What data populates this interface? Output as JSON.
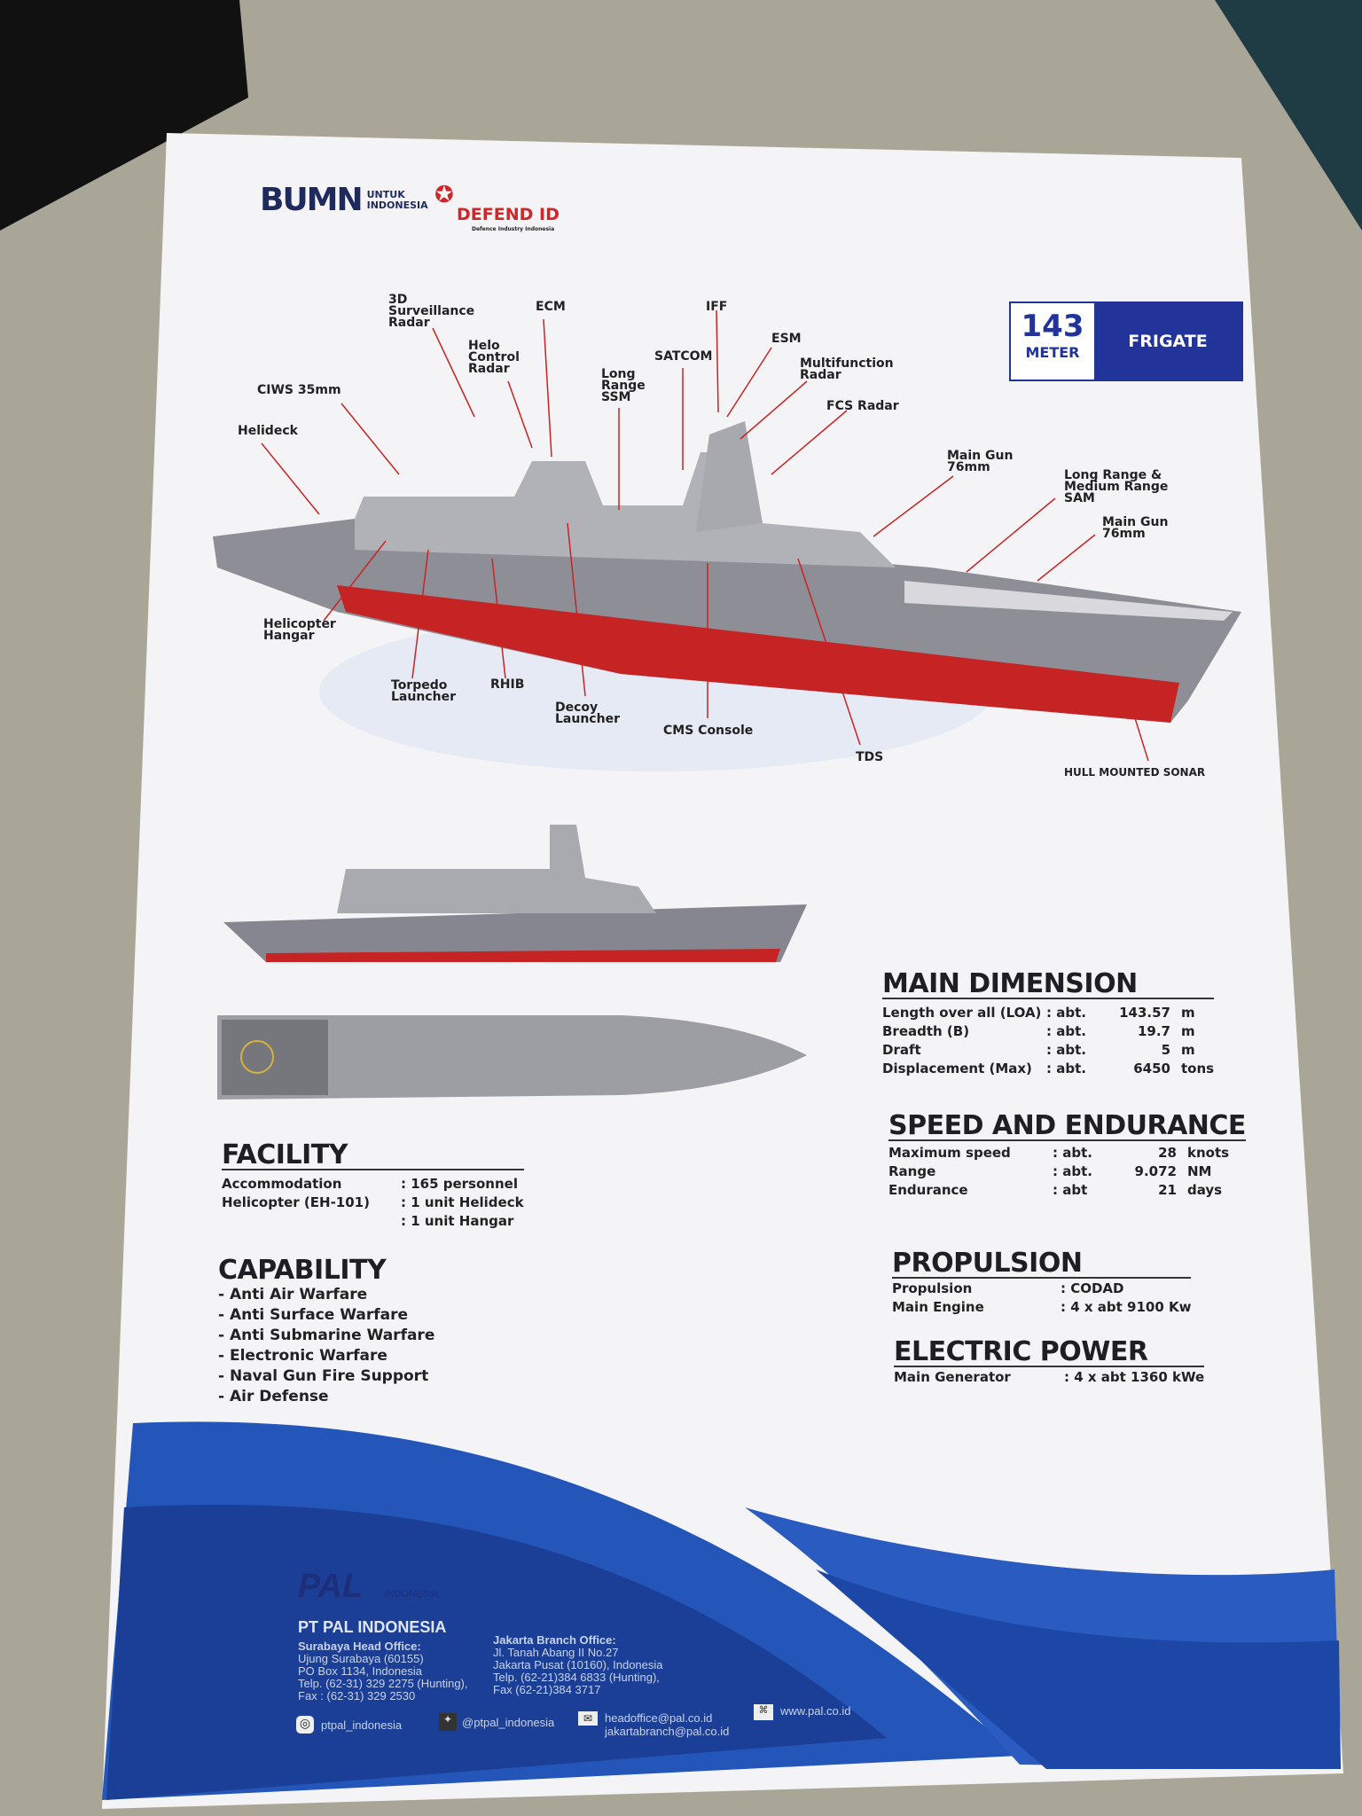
{
  "logos": {
    "bumn": "BUMN",
    "bumn_sub": "UNTUK INDONESIA",
    "defend": "DEFEND ID",
    "defend_sub": "Defence Industry Indonesia"
  },
  "badge": {
    "number": "143",
    "unit": "METER",
    "type": "FRIGATE"
  },
  "callouts": [
    "3D Surveillance Radar",
    "ECM",
    "IFF",
    "ESM",
    "SATCOM",
    "Helo Control Radar",
    "Long Range SSM",
    "Multifunction Radar",
    "FCS Radar",
    "CIWS 35mm",
    "Helideck",
    "Main Gun 76mm",
    "Long Range & Medium Range SAM",
    "Main Gun 76mm",
    "Helicopter Hangar",
    "Torpedo Launcher",
    "RHIB",
    "Decoy Launcher",
    "CMS Console",
    "TDS",
    "HULL MOUNTED SONAR"
  ],
  "main_dimension": {
    "title": "MAIN DIMENSION",
    "rows": [
      {
        "k": "Length over all (LOA)",
        "a": ": abt.",
        "v": "143.57",
        "u": "m"
      },
      {
        "k": "Breadth (B)",
        "a": ": abt.",
        "v": "19.7",
        "u": "m"
      },
      {
        "k": "Draft",
        "a": ": abt.",
        "v": "5",
        "u": "m"
      },
      {
        "k": "Displacement (Max)",
        "a": ": abt.",
        "v": "6450",
        "u": "tons"
      }
    ]
  },
  "speed": {
    "title": "SPEED AND ENDURANCE",
    "rows": [
      {
        "k": "Maximum speed",
        "a": ": abt.",
        "v": "28",
        "u": "knots"
      },
      {
        "k": "Range",
        "a": ": abt.",
        "v": "9.072",
        "u": "NM"
      },
      {
        "k": "Endurance",
        "a": ": abt",
        "v": "21",
        "u": "days"
      }
    ]
  },
  "propulsion": {
    "title": "PROPULSION",
    "rows": [
      {
        "k": "Propulsion",
        "v": ": CODAD"
      },
      {
        "k": "Main Engine",
        "v": ": 4 x abt 9100 Kw"
      }
    ]
  },
  "electric": {
    "title": "ELECTRIC POWER",
    "rows": [
      {
        "k": "Main Generator",
        "v": ": 4 x abt 1360 kWe"
      }
    ]
  },
  "facility": {
    "title": "FACILITY",
    "rows": [
      {
        "k": "Accommodation",
        "v": ": 165 personnel"
      },
      {
        "k": "Helicopter (EH-101)",
        "v": ": 1 unit Helideck"
      },
      {
        "k": "",
        "v": ": 1 unit Hangar"
      }
    ]
  },
  "capability": {
    "title": "CAPABILITY",
    "items": [
      "- Anti Air Warfare",
      "- Anti Surface Warfare",
      "- Anti Submarine Warfare",
      "- Electronic Warfare",
      "- Naval Gun Fire Support",
      "- Air Defense"
    ]
  },
  "footer": {
    "logo": "PAL",
    "logo_sub": "INDONESIA",
    "company": "PT PAL INDONESIA",
    "hq_title": "Surabaya Head Office:",
    "hq_lines": [
      "Ujung Surabaya (60155)",
      "PO Box 1134, Indonesia",
      "Telp. (62-31) 329 2275 (Hunting),",
      "Fax : (62-31) 329 2530"
    ],
    "jkt_title": "Jakarta Branch Office:",
    "jkt_lines": [
      "Jl. Tanah Abang II No.27",
      "Jakarta Pusat (10160), Indonesia",
      "Telp. (62-21)384 6833 (Hunting),",
      "Fax (62-21)384 3717"
    ],
    "instagram": "ptpal_indonesia",
    "twitter": "@ptpal_indonesia",
    "email1": "headoffice@pal.co.id",
    "email2": "jakartabranch@pal.co.id",
    "web": "www.pal.co.id"
  },
  "colors": {
    "navy": "#22339a",
    "red": "#d0262a",
    "blue": "#2a5bc0"
  }
}
